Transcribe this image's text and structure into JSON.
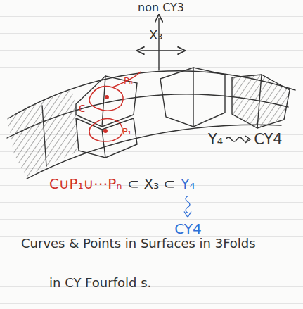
{
  "diagram": {
    "labels": [
      "non CY3",
      "X₃",
      "Pₙ",
      "C",
      "P₁",
      "Y₄",
      "CY4",
      "C∪P₁∪⋯Pₙ",
      "⊂ X₃ ⊂",
      "Y₄",
      "CY4",
      "Curves & Points in Surfaces in 3Folds",
      "in CY Fourfold s."
    ]
  }
}
